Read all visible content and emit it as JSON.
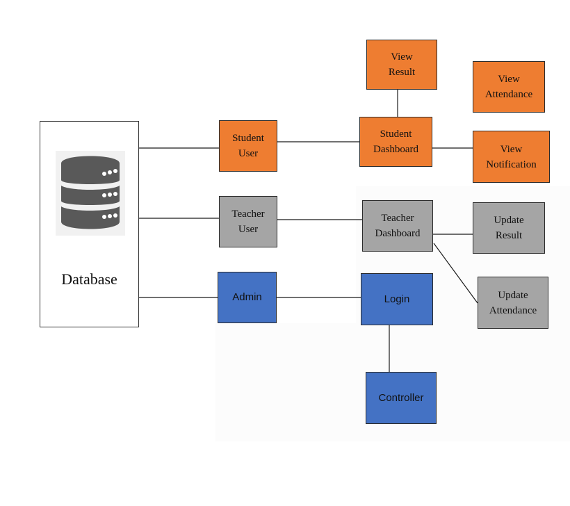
{
  "nodes": {
    "database": "Database",
    "student_user": "Student\nUser",
    "teacher_user": "Teacher\nUser",
    "admin": "Admin",
    "view_result": "View\nResult",
    "view_attendance": "View\nAttendance",
    "student_dashboard": "Student\nDashboard",
    "view_notification": "View\nNotification",
    "teacher_dashboard": "Teacher\nDashboard",
    "update_result": "Update\nResult",
    "update_attendance": "Update\nAttendance",
    "login": "Login",
    "controller": "Controller"
  },
  "colors": {
    "student": "#ee7d31",
    "teacher": "#a5a5a5",
    "admin": "#4472c4",
    "database_icon": "#595959"
  },
  "icons": {
    "database": "database-server-icon"
  }
}
